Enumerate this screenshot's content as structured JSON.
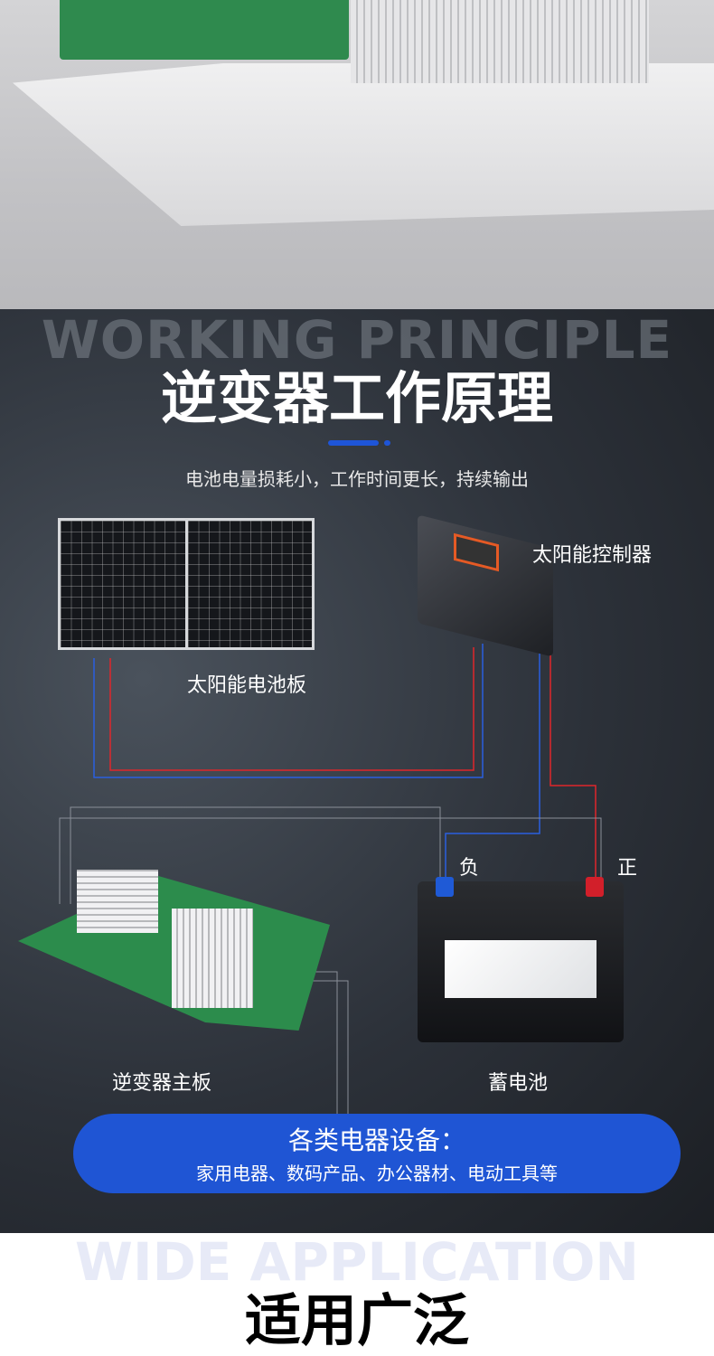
{
  "section1": {
    "watermark": "WORKING PRINCIPLE",
    "title": "逆变器工作原理",
    "subtitle": "电池电量损耗小，工作时间更长，持续输出"
  },
  "diagram": {
    "solar_panel": "太阳能电池板",
    "controller": "太阳能控制器",
    "inverter_board": "逆变器主板",
    "battery": "蓄电池",
    "negative": "负",
    "positive": "正"
  },
  "appliances": {
    "title": "各类电器设备：",
    "items": "家用电器、数码产品、办公器材、电动工具等"
  },
  "section2": {
    "watermark": "WIDE APPLICATION",
    "title": "适用广泛"
  },
  "colors": {
    "accent": "#1f55d4",
    "wire_positive": "#e0262b",
    "wire_negative": "#2a5fe0"
  }
}
